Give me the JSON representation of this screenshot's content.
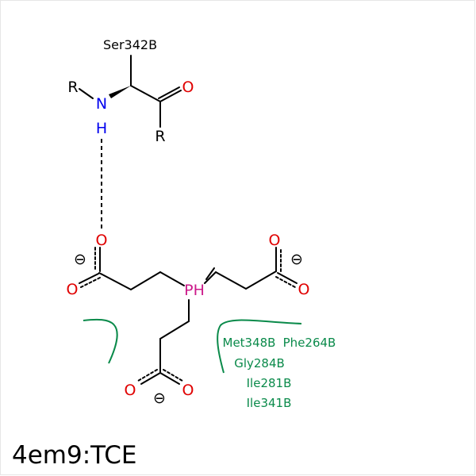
{
  "title": "4em9:TCE",
  "residue": {
    "name": "Ser342B"
  },
  "atoms": {
    "R": "R",
    "N": "N",
    "H": "H",
    "O": "O",
    "P": "PH",
    "charge": "⊖"
  },
  "hydrophobic": [
    "Met348B",
    "Phe264B",
    "Gly284B",
    "Ile281B",
    "Ile341B"
  ],
  "colors": {
    "oxygen": "#e00000",
    "nitrogen": "#0000ee",
    "phosphorus": "#cc1a8a",
    "hydrophobic": "#0a8a4a",
    "bond": "#000000"
  }
}
